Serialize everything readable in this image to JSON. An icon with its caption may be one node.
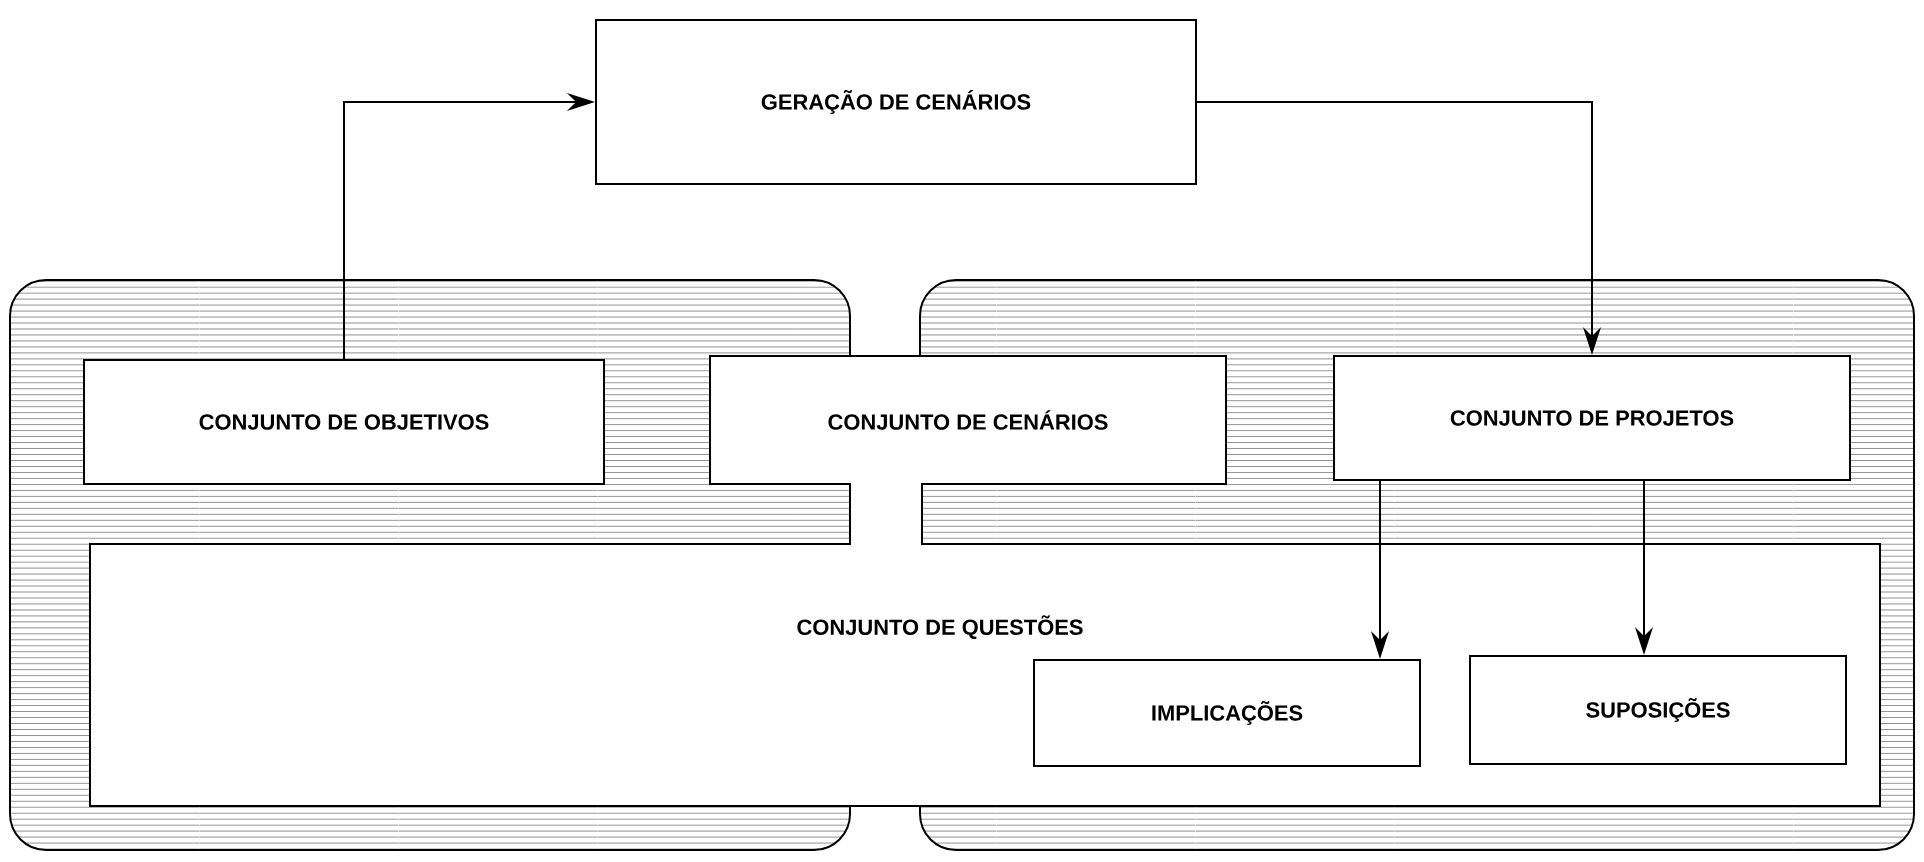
{
  "diagram": {
    "nodes": [
      {
        "text": [
          "GERAÇÃO DE CENÁRIOS"
        ]
      },
      {
        "text": [
          "CONJUNTO DE OBJETIVOS"
        ]
      },
      {
        "text": [
          "CONJUNTO DE CENÁRIOS"
        ]
      },
      {
        "text": [
          "CONJUNTO DE PROJETOS"
        ]
      },
      {
        "text": [
          "CONJUNTO DE QUESTÕES"
        ]
      },
      {
        "text": [
          "IMPLICAÇÕES"
        ],
        "in": 4
      },
      {
        "text": [
          "SUPOSIÇÕES"
        ],
        "in": 4
      }
    ],
    "edges": [
      {
        "from": 1,
        "to": 0,
        "arrow": "to"
      },
      {
        "from": 0,
        "to": 3,
        "arrow": "to"
      },
      {
        "from": 3,
        "to": 5,
        "arrow": "to"
      },
      {
        "from": 3,
        "to": 6,
        "arrow": "to"
      },
      {
        "from": 2,
        "to": 4,
        "arrow": "none",
        "style": "thick"
      }
    ]
  }
}
